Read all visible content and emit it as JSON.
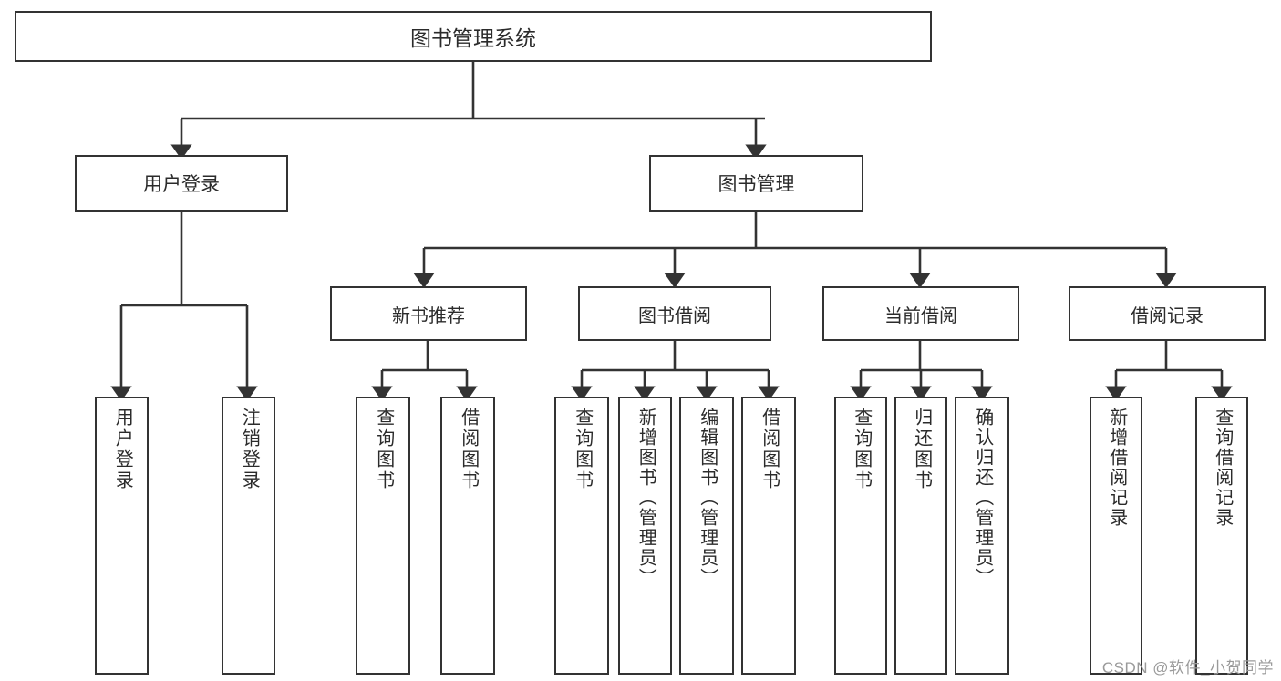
{
  "diagram": {
    "title": "图书管理系统",
    "watermark": "CSDN @软件_小贺同学",
    "accent_color": "#333333",
    "background_color": "#ffffff",
    "text_color": "#2b2b2b",
    "root": {
      "label": "图书管理系统"
    },
    "level2": [
      {
        "label": "用户登录"
      },
      {
        "label": "图书管理"
      }
    ],
    "level3": [
      {
        "label": "新书推荐"
      },
      {
        "label": "图书借阅"
      },
      {
        "label": "当前借阅"
      },
      {
        "label": "借阅记录"
      }
    ],
    "leaves": {
      "user_login": [
        {
          "label": "用户登录"
        },
        {
          "label": "注销登录"
        }
      ],
      "new_book_recommend": [
        {
          "label": "查询图书"
        },
        {
          "label": "借阅图书"
        }
      ],
      "book_borrow": [
        {
          "label": "查询图书"
        },
        {
          "label": "新增图书（管理员）"
        },
        {
          "label": "编辑图书（管理员）"
        },
        {
          "label": "借阅图书"
        }
      ],
      "current_borrow": [
        {
          "label": "查询图书"
        },
        {
          "label": "归还图书"
        },
        {
          "label": "确认归还（管理员）"
        }
      ],
      "borrow_record": [
        {
          "label": "新增借阅记录"
        },
        {
          "label": "查询借阅记录"
        }
      ]
    }
  }
}
